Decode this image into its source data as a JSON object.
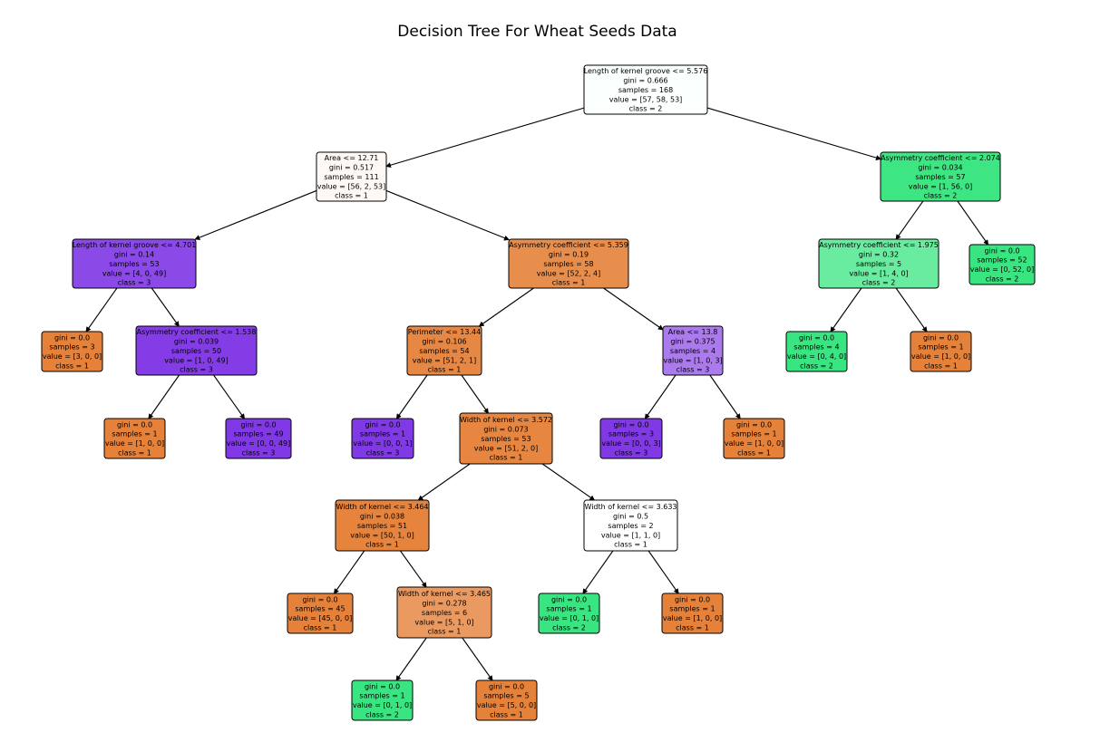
{
  "title": "Decision Tree For Wheat Seeds Data",
  "colors": {
    "edge": "#000000",
    "node_border": "#000000"
  },
  "nodes": [
    {
      "id": "n0",
      "lines": [
        "Length of kernel groove <= 5.576",
        "gini = 0.666",
        "samples = 168",
        "value = [57, 58, 53]",
        "class = 2"
      ],
      "fill": "#fbfffd"
    },
    {
      "id": "n1",
      "lines": [
        "Area <= 12.71",
        "gini = 0.517",
        "samples = 111",
        "value = [56, 2, 53]",
        "class = 1"
      ],
      "fill": "#fef8f4"
    },
    {
      "id": "n2",
      "lines": [
        "Length of kernel groove <= 4.701",
        "gini = 0.14",
        "samples = 53",
        "value = [4, 0, 49]",
        "class = 3"
      ],
      "fill": "#8b49e7"
    },
    {
      "id": "n3",
      "lines": [
        "gini = 0.0",
        "samples = 3",
        "value = [3, 0, 0]",
        "class = 1"
      ],
      "fill": "#e58139"
    },
    {
      "id": "n4",
      "lines": [
        "Asymmetry coefficient <= 1.538",
        "gini = 0.039",
        "samples = 50",
        "value = [1, 0, 49]",
        "class = 3"
      ],
      "fill": "#843de6"
    },
    {
      "id": "n5",
      "lines": [
        "gini = 0.0",
        "samples = 1",
        "value = [1, 0, 0]",
        "class = 1"
      ],
      "fill": "#e58139"
    },
    {
      "id": "n6",
      "lines": [
        "gini = 0.0",
        "samples = 49",
        "value = [0, 0, 49]",
        "class = 3"
      ],
      "fill": "#8139e5"
    },
    {
      "id": "n7",
      "lines": [
        "Asymmetry coefficient <= 5.359",
        "gini = 0.19",
        "samples = 58",
        "value = [52, 2, 4]",
        "class = 1"
      ],
      "fill": "#e88e4d"
    },
    {
      "id": "n8",
      "lines": [
        "Perimeter <= 13.44",
        "gini = 0.106",
        "samples = 54",
        "value = [51, 2, 1]",
        "class = 1"
      ],
      "fill": "#e68844"
    },
    {
      "id": "n9",
      "lines": [
        "gini = 0.0",
        "samples = 1",
        "value = [0, 0, 1]",
        "class = 3"
      ],
      "fill": "#8139e5"
    },
    {
      "id": "n10",
      "lines": [
        "Width of kernel <= 3.572",
        "gini = 0.073",
        "samples = 53",
        "value = [51, 2, 0]",
        "class = 1"
      ],
      "fill": "#e68641"
    },
    {
      "id": "n11",
      "lines": [
        "Width of kernel <= 3.464",
        "gini = 0.038",
        "samples = 51",
        "value = [50, 1, 0]",
        "class = 1"
      ],
      "fill": "#e6843d"
    },
    {
      "id": "n12",
      "lines": [
        "gini = 0.0",
        "samples = 45",
        "value = [45, 0, 0]",
        "class = 1"
      ],
      "fill": "#e58139"
    },
    {
      "id": "n13",
      "lines": [
        "Width of kernel <= 3.465",
        "gini = 0.278",
        "samples = 6",
        "value = [5, 1, 0]",
        "class = 1"
      ],
      "fill": "#ea9a61"
    },
    {
      "id": "n14",
      "lines": [
        "gini = 0.0",
        "samples = 1",
        "value = [0, 1, 0]",
        "class = 2"
      ],
      "fill": "#39e581"
    },
    {
      "id": "n15",
      "lines": [
        "gini = 0.0",
        "samples = 5",
        "value = [5, 0, 0]",
        "class = 1"
      ],
      "fill": "#e58139"
    },
    {
      "id": "n16",
      "lines": [
        "Width of kernel <= 3.633",
        "gini = 0.5",
        "samples = 2",
        "value = [1, 1, 0]",
        "class = 1"
      ],
      "fill": "#ffffff"
    },
    {
      "id": "n17",
      "lines": [
        "gini = 0.0",
        "samples = 1",
        "value = [0, 1, 0]",
        "class = 2"
      ],
      "fill": "#39e581"
    },
    {
      "id": "n18",
      "lines": [
        "gini = 0.0",
        "samples = 1",
        "value = [1, 0, 0]",
        "class = 1"
      ],
      "fill": "#e58139"
    },
    {
      "id": "n19",
      "lines": [
        "Area <= 13.8",
        "gini = 0.375",
        "samples = 4",
        "value = [1, 0, 3]",
        "class = 3"
      ],
      "fill": "#ab7bee"
    },
    {
      "id": "n20",
      "lines": [
        "gini = 0.0",
        "samples = 3",
        "value = [0, 0, 3]",
        "class = 3"
      ],
      "fill": "#8139e5"
    },
    {
      "id": "n21",
      "lines": [
        "gini = 0.0",
        "samples = 1",
        "value = [1, 0, 0]",
        "class = 1"
      ],
      "fill": "#e58139"
    },
    {
      "id": "n22",
      "lines": [
        "Asymmetry coefficient <= 2.074",
        "gini = 0.034",
        "samples = 57",
        "value = [1, 56, 0]",
        "class = 2"
      ],
      "fill": "#3de583"
    },
    {
      "id": "n23",
      "lines": [
        "Asymmetry coefficient <= 1.975",
        "gini = 0.32",
        "samples = 5",
        "value = [1, 4, 0]",
        "class = 2"
      ],
      "fill": "#6aeca0"
    },
    {
      "id": "n24",
      "lines": [
        "gini = 0.0",
        "samples = 4",
        "value = [0, 4, 0]",
        "class = 2"
      ],
      "fill": "#39e581"
    },
    {
      "id": "n25",
      "lines": [
        "gini = 0.0",
        "samples = 1",
        "value = [1, 0, 0]",
        "class = 1"
      ],
      "fill": "#e58139"
    },
    {
      "id": "n26",
      "lines": [
        "gini = 0.0",
        "samples = 52",
        "value = [0, 52, 0]",
        "class = 2"
      ],
      "fill": "#39e581"
    }
  ],
  "edges": [
    [
      "n0",
      "n1"
    ],
    [
      "n0",
      "n22"
    ],
    [
      "n1",
      "n2"
    ],
    [
      "n1",
      "n7"
    ],
    [
      "n2",
      "n3"
    ],
    [
      "n2",
      "n4"
    ],
    [
      "n4",
      "n5"
    ],
    [
      "n4",
      "n6"
    ],
    [
      "n7",
      "n8"
    ],
    [
      "n7",
      "n19"
    ],
    [
      "n8",
      "n9"
    ],
    [
      "n8",
      "n10"
    ],
    [
      "n10",
      "n11"
    ],
    [
      "n10",
      "n16"
    ],
    [
      "n11",
      "n12"
    ],
    [
      "n11",
      "n13"
    ],
    [
      "n13",
      "n14"
    ],
    [
      "n13",
      "n15"
    ],
    [
      "n16",
      "n17"
    ],
    [
      "n16",
      "n18"
    ],
    [
      "n19",
      "n20"
    ],
    [
      "n19",
      "n21"
    ],
    [
      "n22",
      "n23"
    ],
    [
      "n22",
      "n26"
    ],
    [
      "n23",
      "n24"
    ],
    [
      "n23",
      "n25"
    ]
  ]
}
